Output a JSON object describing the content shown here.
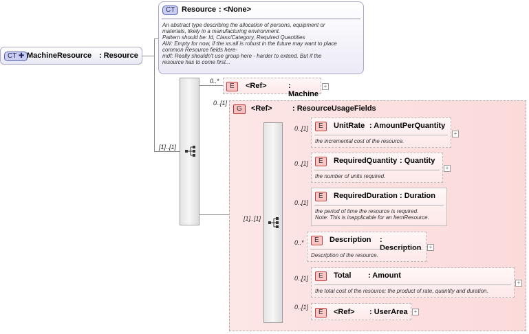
{
  "root": {
    "tag": "CT",
    "name": "MachineResource",
    "type": ": Resource"
  },
  "base": {
    "tag": "CT",
    "name": "Resource",
    "type": ": <None>",
    "description": [
      "An abstract type describing the allocation of persons, equipment or",
      "materials, likely in a manufacturing environment.",
      "Pattern should be: Id, Class/Category, Required Quantities",
      "AW: Empty for now, if the xs:all is robust in the future may want to place",
      "common Resource fields here-",
      "mdf: Really shouldn't use group here - harder to extend. But if the",
      "resource has to come first..."
    ]
  },
  "root_sequence": {
    "cardinality": "[1]..[1]"
  },
  "machine_ref": {
    "tag": "E",
    "ref": "<Ref>",
    "name": ": Machine",
    "cardinality": "0..*"
  },
  "group": {
    "tag": "G",
    "ref": "<Ref>",
    "name": ": ResourceUsageFields",
    "cardinality": "0..[1]",
    "sequence_cardinality": "[1]..[1]"
  },
  "elements": [
    {
      "tag": "E",
      "name": "UnitRate",
      "type": ": AmountPerQuantity",
      "cardinality": "0..[1]",
      "description": "the incremental cost of the resource."
    },
    {
      "tag": "E",
      "name": "RequiredQuantity",
      "type": ": Quantity",
      "cardinality": "0..[1]",
      "description": "the number of units required."
    },
    {
      "tag": "E",
      "name": "RequiredDuration",
      "type": ": Duration",
      "cardinality": "0..[1]",
      "description": "the period of time the resource is required.\nNote: This is inapplicable for an ItemResource."
    },
    {
      "tag": "E",
      "name": "Description",
      "type": ": Description",
      "cardinality": "0..*",
      "description": "Description of the resource."
    },
    {
      "tag": "E",
      "name": "Total",
      "type": ": Amount",
      "cardinality": "0..[1]",
      "description": "the total cost of the resource; the product of rate, quantity and duration."
    },
    {
      "tag": "E",
      "name": "<Ref>",
      "type": ": UserArea",
      "cardinality": "0..[1]",
      "description": ""
    }
  ],
  "icons": {
    "expand": "+",
    "sequence": "sequence-icon"
  },
  "colors": {
    "ct": "#c9cdef",
    "element": "#fbc8c8",
    "group_bg": "#fde0e0",
    "line": "#8a8a8a"
  }
}
